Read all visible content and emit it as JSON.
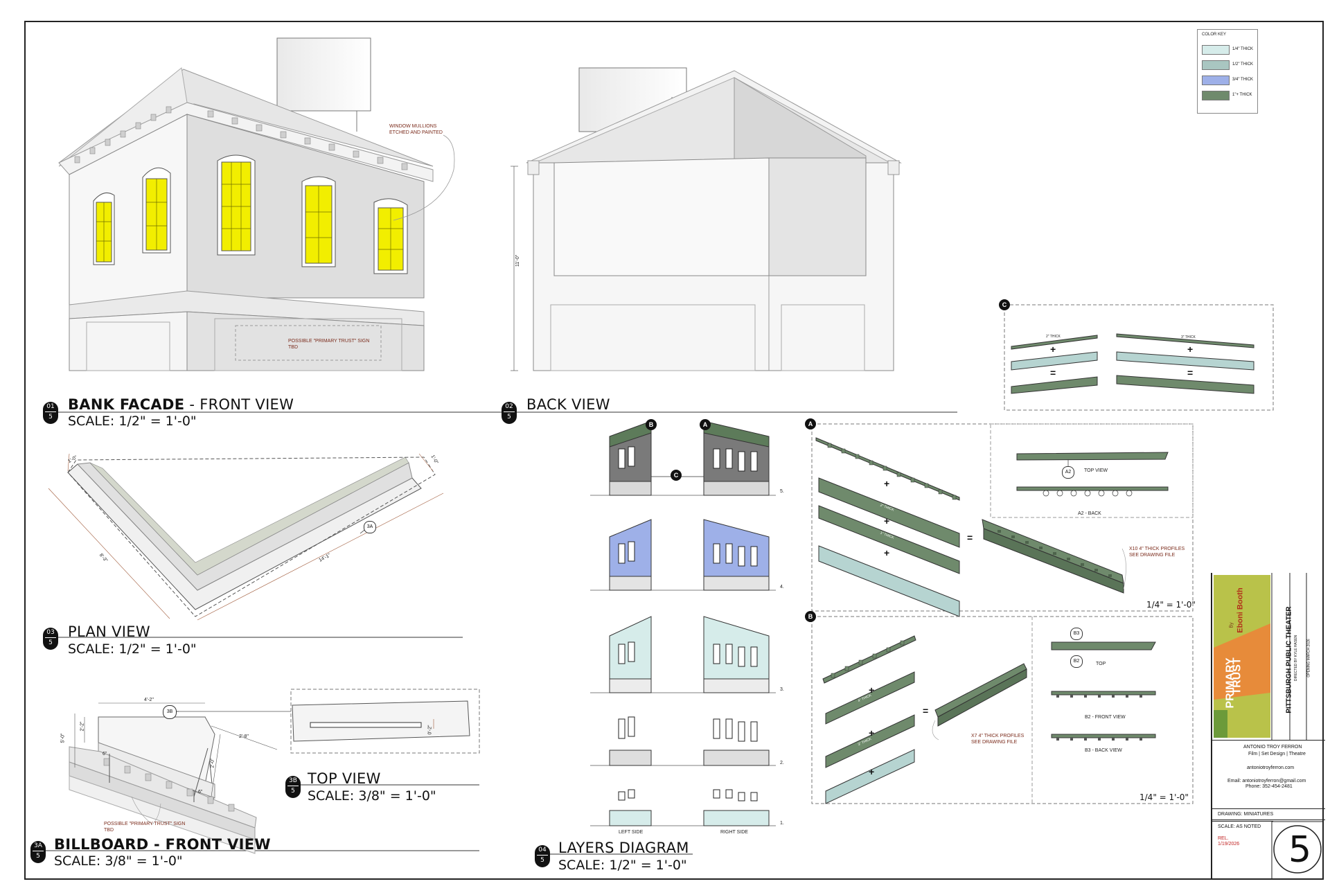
{
  "views": {
    "v01": {
      "num": "01",
      "sheet": "5",
      "name": "BANK FACADE",
      "suffix": " - FRONT VIEW",
      "scale": "SCALE: 1/2\" = 1'-0\""
    },
    "v02": {
      "num": "02",
      "sheet": "5",
      "name": "BACK VIEW",
      "scale": ""
    },
    "v03": {
      "num": "03",
      "sheet": "5",
      "name": "PLAN VIEW",
      "scale": "SCALE: 1/2\" = 1'-0\""
    },
    "v3a": {
      "num": "3A",
      "sheet": "5",
      "name": "BILLBOARD - FRONT VIEW",
      "scale": "SCALE: 3/8\" = 1'-0\""
    },
    "v3b": {
      "num": "3B",
      "sheet": "5",
      "name": "TOP VIEW",
      "scale": "SCALE: 3/8\" = 1'-0\""
    },
    "v04": {
      "num": "04",
      "sheet": "5",
      "name": "LAYERS DIAGRAM",
      "scale": "SCALE: 1/2\" = 1'-0\""
    }
  },
  "notes": {
    "mullions": "WINDOW MULLIONS\nETCHED AND PAINTED",
    "sign_front": "POSSIBLE \"PRIMARY TRUST\" SIGN\nTBD",
    "sign_billboard": "POSSIBLE \"PRIMARY TRUST\" SIGN\nTBD",
    "profiles_a": "X10 4\" THICK PROFILES\nSEE DRAWING FILE",
    "profiles_b": "X7 4\" THICK PROFILES\nSEE DRAWING FILE"
  },
  "dims": {
    "back_height": "11'-0\"",
    "plan_left_end": "1'-0\"",
    "plan_right_end": "1'-0\"",
    "plan_short": "8'-3\"",
    "plan_long": "14'-1\"",
    "bb_width": "4'-2\"",
    "bb_height1": "2'-2\"",
    "bb_height2": "5'-0\"",
    "bb_depth": "2'-8\"",
    "bb_leg": "2'-0\"",
    "bb_small1": "6\"",
    "bb_small2": "6\"",
    "top_dim": "0'-2\""
  },
  "tags": {
    "plan": "3A",
    "billboard": "3B",
    "a2": "A2",
    "b3": "B3",
    "b2": "B2"
  },
  "layers": {
    "labels": [
      "5.",
      "4.",
      "3.",
      "2.",
      "1."
    ],
    "left_side": "LEFT SIDE",
    "right_side": "RIGHT SIDE",
    "callout_b": "B",
    "callout_a": "A",
    "callout_c": "C"
  },
  "detail_a": {
    "letter": "A",
    "top_view": "TOP VIEW",
    "back": "A2 - BACK",
    "scale": "1/4\" = 1'-0\"",
    "thick1": "2\" THICK",
    "thick2": "1\" THICK",
    "plus": "+",
    "equals": "="
  },
  "detail_b": {
    "letter": "B",
    "top": "TOP",
    "front": "B2 - FRONT VIEW",
    "back": "B3 - BACK VIEW",
    "scale": "1/4\" = 1'-0\"",
    "thick1": "4\" THICK",
    "thick2": "3\" THICK",
    "plus": "+",
    "equals": "="
  },
  "detail_c": {
    "letter": "C",
    "thick_left": "2\" THICK",
    "thick_right": "3\" THICK",
    "plus": "+",
    "equals": "="
  },
  "color_key": {
    "title": "COLOR KEY",
    "items": [
      {
        "label": "1/4\" THICK",
        "color": "#d6ecea"
      },
      {
        "label": "1/2\" THICK",
        "color": "#a9c6c1"
      },
      {
        "label": "3/4\" THICK",
        "color": "#9eb0e8"
      },
      {
        "label": "1\"+ THICK",
        "color": "#6f8a6c"
      }
    ]
  },
  "title_block": {
    "poster_by": "By",
    "poster_author": "Eboni Booth",
    "poster_title1": "PRIMARY",
    "poster_title2": "TRUST",
    "theater": "PITTSBURGH PUBLIC THEATER",
    "director": "DIRECTED BY KYLE HASEN",
    "opening": "OPENING MARCH 2026",
    "designer": "ANTONIO TROY FERRON",
    "roles": "Film | Set Design | Theatre",
    "website": "antoniotroyferron.com",
    "email": "Email: antoniotroyferron@gmail.com",
    "phone": "Phone: 352-454-2481",
    "drawing": "DRAWING: MINIATURES",
    "scale": "SCALE: AS NOTED",
    "rel": "REL.",
    "rel_date": "1/19/2026",
    "sheet": "5"
  },
  "colors": {
    "window_yellow": "#f2ee00",
    "green": "#6f8a6c",
    "blue": "#9eb0e8",
    "teal": "#d6ecea",
    "note_red": "#7a2a1a"
  }
}
